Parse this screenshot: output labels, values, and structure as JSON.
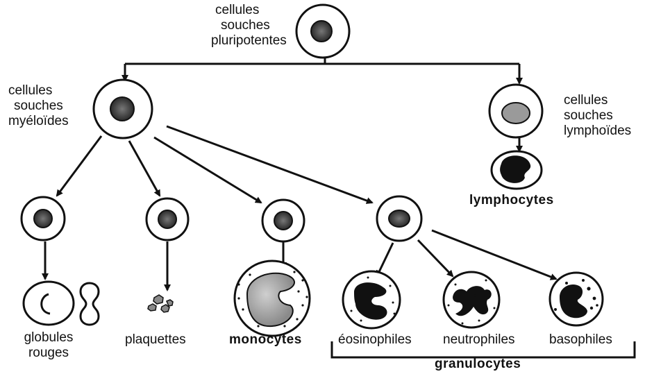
{
  "labels": {
    "pluripotent": [
      "cellules",
      "souches",
      "pluripotentes"
    ],
    "myeloid": [
      "cellules",
      "souches",
      "myéloïdes"
    ],
    "lymphoid": [
      "cellules",
      "souches",
      "lymphoïdes"
    ],
    "lymphocytes": "lymphocytes",
    "red_cells": [
      "globules",
      "rouges"
    ],
    "platelets": "plaquettes",
    "monocytes": "monocytes",
    "eosinophils": "éosinophiles",
    "neutrophils": "neutrophiles",
    "basophils": "basophiles",
    "granulocytes": "granulocytes"
  }
}
